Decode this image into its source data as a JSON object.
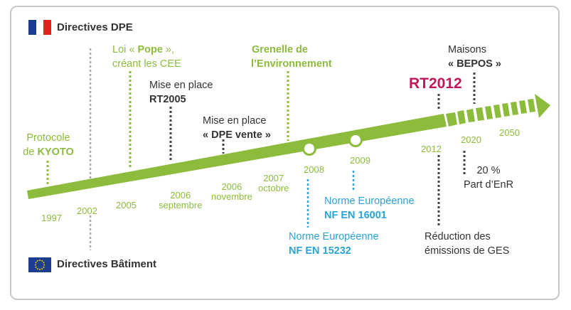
{
  "headers": {
    "dpe": "Directives DPE",
    "batiment": "Directives Bâtiment"
  },
  "colors": {
    "green": "#8dbb3c",
    "gray_text": "#333333",
    "blue": "#2aa3d5",
    "red": "#c0175a"
  },
  "years": {
    "y1997": "1997",
    "y2002": "2002",
    "y2005": "2005",
    "y2006a": "2006",
    "y2006a_month": "septembre",
    "y2006b": "2006",
    "y2006b_month": "novembre",
    "y2007": "2007",
    "y2007_month": "octobre",
    "y2008": "2008",
    "y2009": "2009",
    "y2012": "2012",
    "y2020": "2020",
    "y2050": "2050"
  },
  "events": {
    "kyoto_l1": "Protocole",
    "kyoto_l2a": "de ",
    "kyoto_l2b": "KYOTO",
    "pope_l1a": "Loi « ",
    "pope_l1b": "Pope",
    "pope_l1c": " »,",
    "pope_l2": "créant les CEE",
    "rt2005_l1": "Mise en place",
    "rt2005_l2": "RT2005",
    "dpe_l1": "Mise en place",
    "dpe_l2": "« DPE vente »",
    "grenelle_l1": "Grenelle de",
    "grenelle_l2": "l’Environnement",
    "rt2012": "RT2012",
    "bepos_l1": "Maisons",
    "bepos_l2": "« BEPOS »",
    "enr_l1": "20 %",
    "enr_l2": "Part d’EnR",
    "nf16001_l1": "Norme Européenne",
    "nf16001_l2": "NF EN 16001",
    "nf15232_l1": "Norme Européenne",
    "nf15232_l2": "NF EN 15232",
    "ges_l1": "Réduction des",
    "ges_l2": "émissions de GES"
  }
}
